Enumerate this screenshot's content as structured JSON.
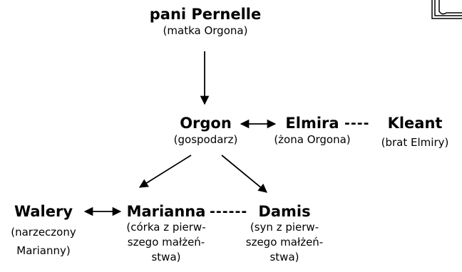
{
  "nodes": {
    "pernelle": {
      "name": "pani Pernelle",
      "desc": [
        "(matka Orgona)"
      ]
    },
    "orgon": {
      "name": "Orgon",
      "desc": [
        "(gospodarz)"
      ]
    },
    "elmira": {
      "name": "Elmira",
      "desc": [
        "(żona Orgona)"
      ]
    },
    "kleant": {
      "name": "Kleant",
      "desc": [
        "(brat Elmiry)"
      ]
    },
    "walery": {
      "name": "Walery",
      "desc": [
        "(narzeczony",
        "Marianny)"
      ]
    },
    "marianna": {
      "name": "Marianna",
      "desc": [
        "(córka z pierw-",
        "szego małżeń-",
        "stwa)"
      ]
    },
    "damis": {
      "name": "Damis",
      "desc": [
        "(syn z pierw-",
        "szego małżeń-",
        "stwa)"
      ]
    }
  },
  "connectors": {
    "elmira_kleant": "----",
    "marianna_damis": "------"
  },
  "colors": {
    "ink": "#000000",
    "background": "#ffffff"
  }
}
